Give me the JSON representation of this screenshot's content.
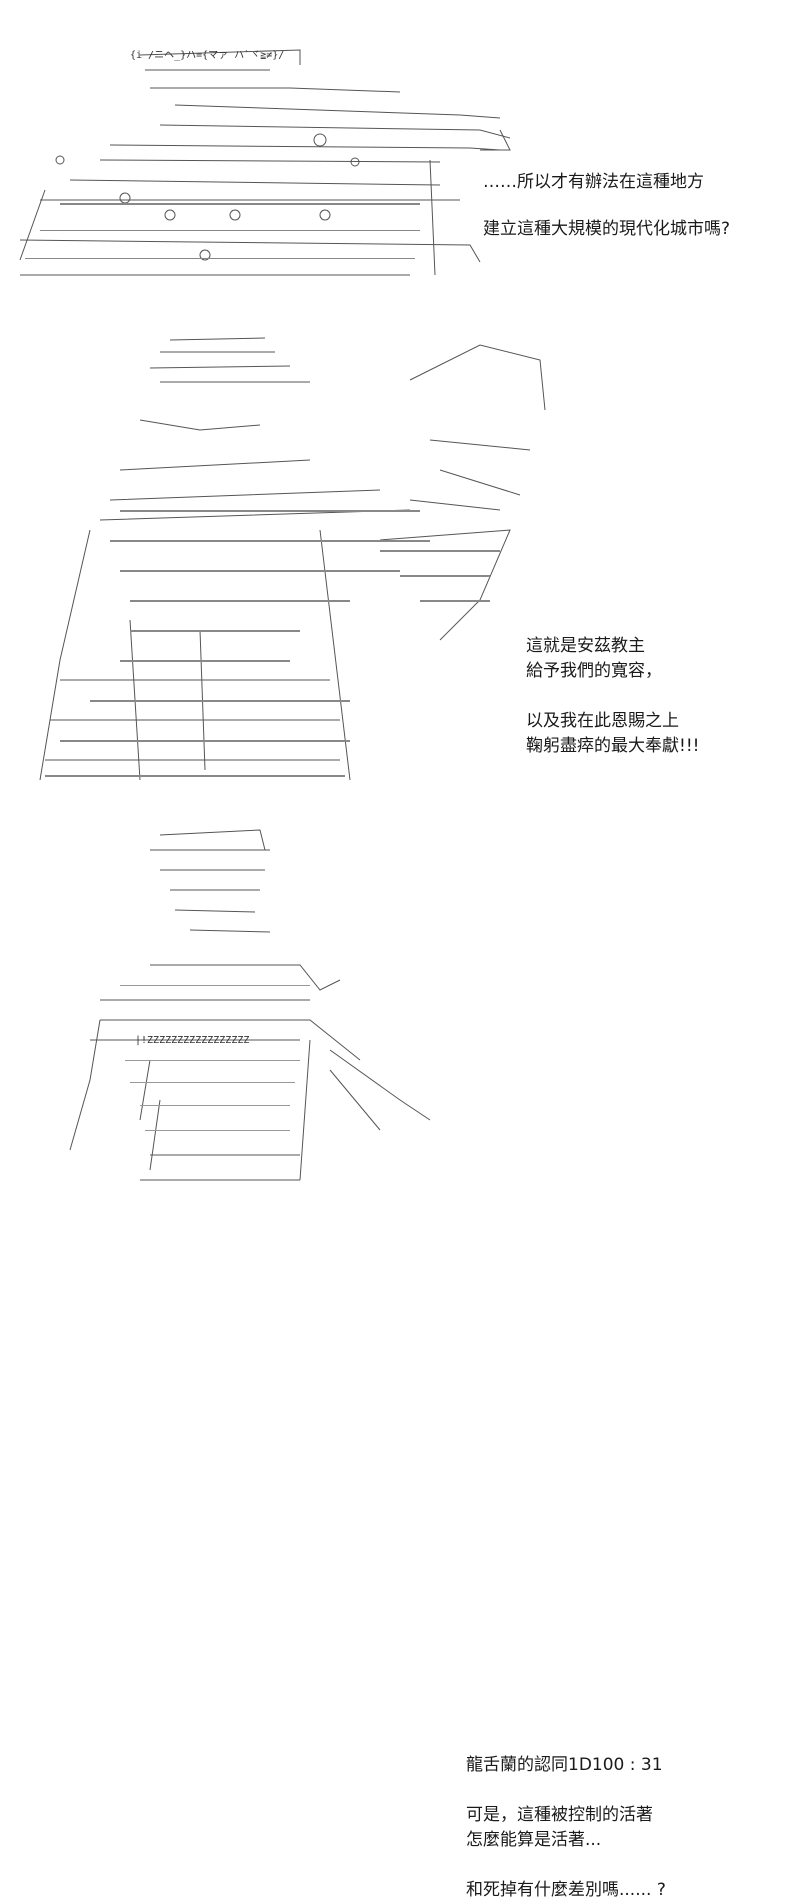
{
  "panels": [
    {
      "lines": [
        "……所以才有辦法在這種地方",
        "建立這種大規模的現代化城市嗎?"
      ]
    },
    {
      "lines": [
        "這就是安茲教主",
        "給予我們的寬容，",
        "",
        "以及我在此恩賜之上",
        "鞠躬盡瘁的最大奉獻!!!"
      ]
    },
    {
      "lines": [
        "龍舌蘭的認同1D100 : 31",
        "",
        "可是，這種被控制的活著",
        "怎麼能算是活著...",
        "",
        "和死掉有什麼差別嗎...... ?"
      ]
    }
  ],
  "art": {
    "top_hat_text": "{i /ニヘ_}ハ={マァ ハ`ヾ≧≠}/",
    "belt_text": "|!ZZZZZZZZZZZZZZZZZ"
  }
}
